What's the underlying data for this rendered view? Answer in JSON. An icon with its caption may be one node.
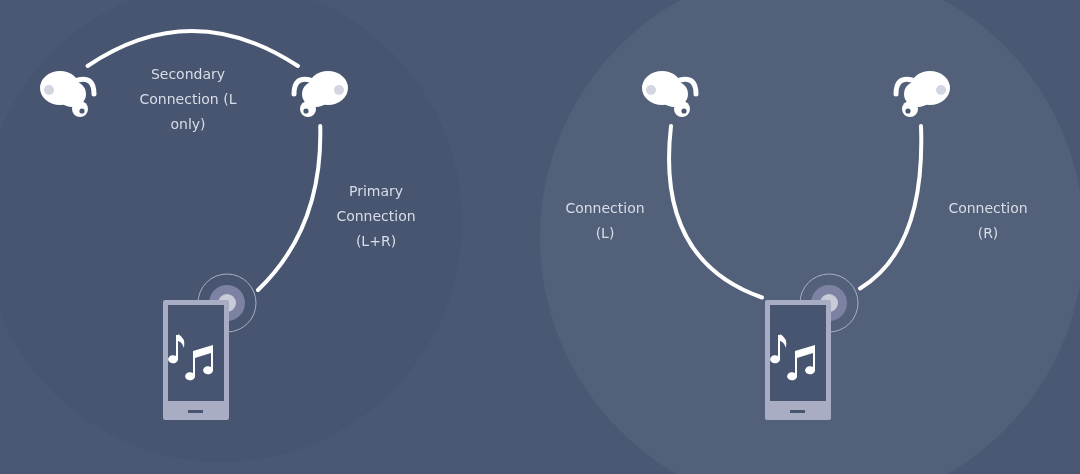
{
  "diagram": {
    "nodes": [
      {
        "text": [],
        "shape": "earbud"
      },
      {
        "text": [],
        "shape": "earbud"
      },
      {
        "text": [],
        "shape": "phone"
      },
      {
        "text": [],
        "shape": "earbud"
      },
      {
        "text": [],
        "shape": "earbud"
      },
      {
        "text": [],
        "shape": "phone"
      }
    ],
    "edges": [
      {
        "from": 0,
        "to": 1,
        "arrow": "none",
        "label": "Secondary Connection (L only)"
      },
      {
        "from": 2,
        "to": 1,
        "arrow": "none",
        "label": "Primary Connection (L+R)"
      },
      {
        "from": 5,
        "to": 3,
        "arrow": "none",
        "label": "Connection (L)"
      },
      {
        "from": 5,
        "to": 4,
        "arrow": "none",
        "label": "Connection (R)"
      }
    ]
  }
}
